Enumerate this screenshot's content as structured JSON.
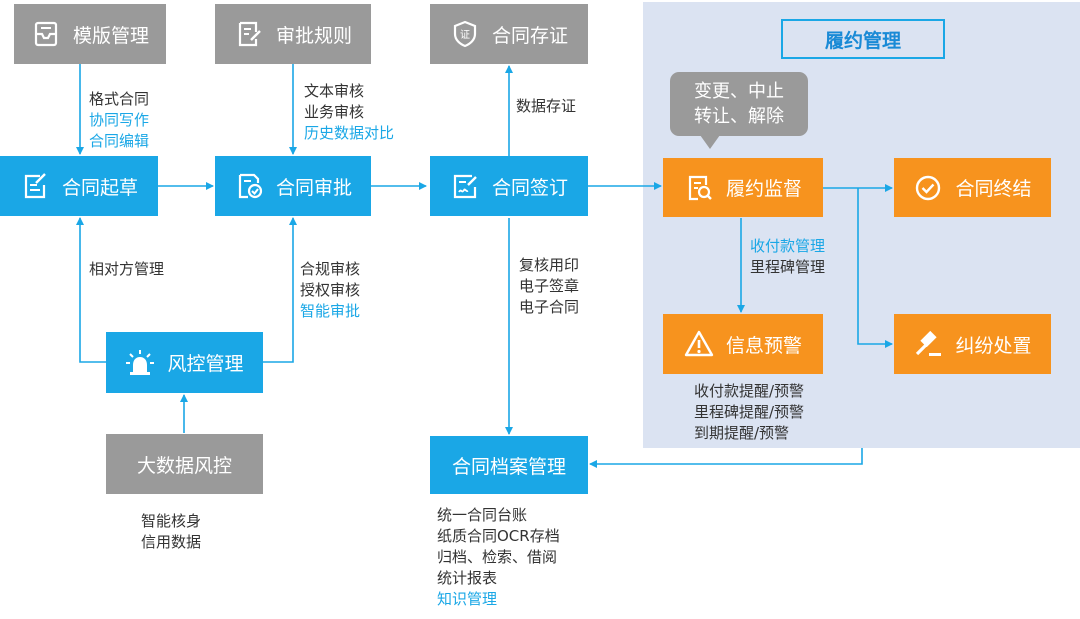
{
  "nodes": {
    "template_mgmt": "模版管理",
    "approval_rules": "审批规则",
    "contract_evidence": "合同存证",
    "contract_draft": "合同起草",
    "contract_approval": "合同审批",
    "contract_signing": "合同签订",
    "risk_control": "风控管理",
    "big_data_risk": "大数据风控",
    "archive_mgmt": "合同档案管理",
    "perf_monitor": "履约监督",
    "contract_close": "合同终结",
    "info_warning": "信息预警",
    "dispute": "纠纷处置"
  },
  "panel": {
    "title": "履约管理",
    "bubble_line1": "变更、中止",
    "bubble_line2": "转让、解除"
  },
  "labels": {
    "template": [
      "格式合同",
      "协同写作",
      "合同编辑"
    ],
    "rules": [
      "文本审核",
      "业务审核",
      "历史数据对比"
    ],
    "evidence": [
      "数据存证"
    ],
    "counterparty": [
      "相对方管理"
    ],
    "risk_to_approval": [
      "合规审核",
      "授权审核",
      "智能审批"
    ],
    "signing_to_archive": [
      "复核用印",
      "电子签章",
      "电子合同"
    ],
    "bigdata": [
      "智能核身",
      "信用数据"
    ],
    "archive": [
      "统一合同台账",
      "纸质合同OCR存档",
      "归档、检索、借阅",
      "统计报表",
      "知识管理"
    ],
    "monitor_to_warning": [
      "收付款管理",
      "里程碑管理"
    ],
    "warning": [
      "收付款提醒/预警",
      "里程碑提醒/预警",
      "到期提醒/预警"
    ]
  },
  "icons": {
    "template_mgmt": "tray-icon",
    "approval_rules": "checklist-icon",
    "contract_evidence": "shield-certificate-icon",
    "contract_draft": "edit-document-icon",
    "contract_approval": "approved-document-icon",
    "contract_signing": "signature-document-icon",
    "risk_control": "alarm-light-icon",
    "perf_monitor": "document-search-icon",
    "contract_close": "check-circle-icon",
    "info_warning": "warning-triangle-icon",
    "dispute": "gavel-icon"
  },
  "colors": {
    "blue": "#1aa7e6",
    "gray": "#9a9a9a",
    "orange": "#f7931e",
    "panel": "#dbe3f2",
    "highlight_text": "#1aa7e6"
  }
}
